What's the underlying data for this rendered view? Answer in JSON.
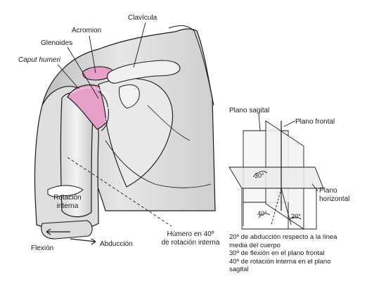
{
  "labels": {
    "clavicula": "Clavícula",
    "acromion": "Acromion",
    "glenoides": "Glenoides",
    "caput_humeri": "Caput humeri",
    "rotacion_line1": "Rotación",
    "rotacion_line2": "interna",
    "flexion": "Flexión",
    "abduccion": "Abducción",
    "humero_line1": "Húmero en 40º",
    "humero_line2": "de rotación interna",
    "plano_sagital": "Plano sagital",
    "plano_frontal": "Plano frontal",
    "plano_horizontal_line1": "Plano",
    "plano_horizontal_line2": "horizontal",
    "angle_30": "30°",
    "angle_40": "40°",
    "angle_20": "20°"
  },
  "notes": [
    "20º de abducción respecto a la línea",
    "media del cuerpo",
    "30º de flexión en el plano frontal",
    "40º de rotación interna en el plano",
    "sagital"
  ],
  "colors": {
    "ink": "#1a1a1a",
    "skin_shade": "#c9c9c9",
    "skin_light": "#ededed",
    "joint_pink": "#e6a0c8"
  }
}
